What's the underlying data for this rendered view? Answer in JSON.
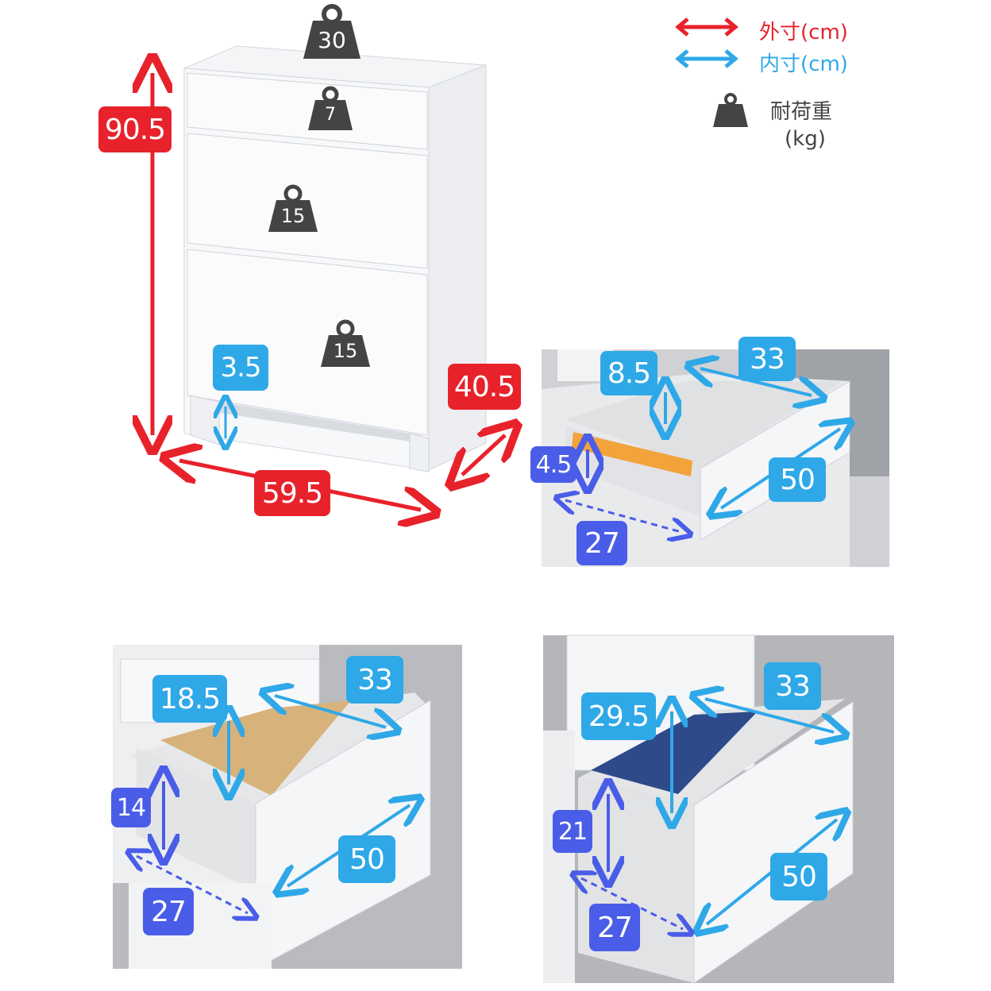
{
  "legend": {
    "outer_label": "外寸(cm)",
    "inner_label": "内寸(cm)",
    "load_label": "耐荷重",
    "load_unit": "(kg)",
    "outer_color": "#e8222b",
    "inner_color": "#2fa8e8",
    "icon": "weight-icon"
  },
  "cabinet": {
    "top_load": "30",
    "drawer1_load": "7",
    "drawer2_load": "15",
    "drawer3_load": "15",
    "height": "90.5",
    "width": "59.5",
    "depth": "40.5",
    "base_gap": "3.5"
  },
  "drawer_top": {
    "height_inner": "8.5",
    "width_inner": "33",
    "depth_inner": "50",
    "front_height": "4.5",
    "rail_length": "27"
  },
  "drawer_middle": {
    "height_inner": "18.5",
    "width_inner": "33",
    "depth_inner": "50",
    "front_height": "14",
    "rail_length": "27"
  },
  "drawer_bottom": {
    "height_inner": "29.5",
    "width_inner": "33",
    "depth_inner": "50",
    "front_height": "21",
    "rail_length": "27"
  }
}
